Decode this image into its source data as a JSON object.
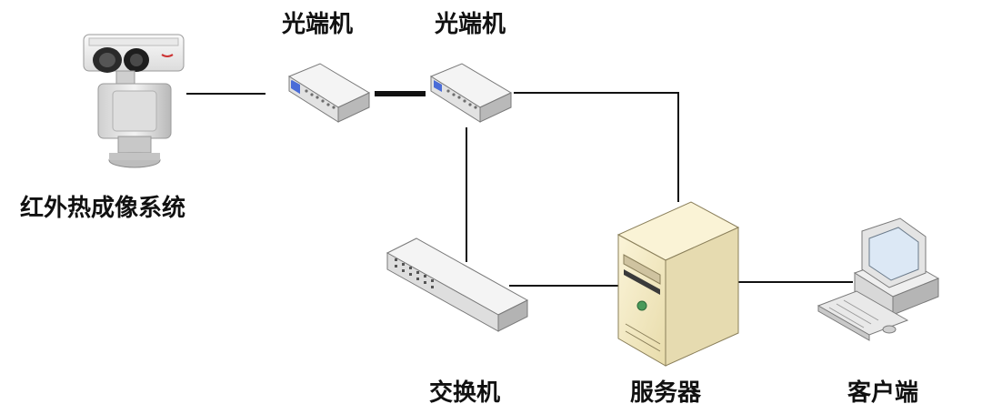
{
  "labels": {
    "camera": "红外热成像系统",
    "fiber_left": "光端机",
    "fiber_right": "光端机",
    "switch": "交换机",
    "server": "服务器",
    "client": "客户端"
  },
  "colors": {
    "line": "#111111",
    "device_light": "#f2f2f2",
    "device_mid": "#d6d6d6",
    "device_dark": "#a9a9a9",
    "server_front": "#f5ecc8",
    "server_side": "#e2d6a8",
    "screen": "#dce8f5"
  }
}
